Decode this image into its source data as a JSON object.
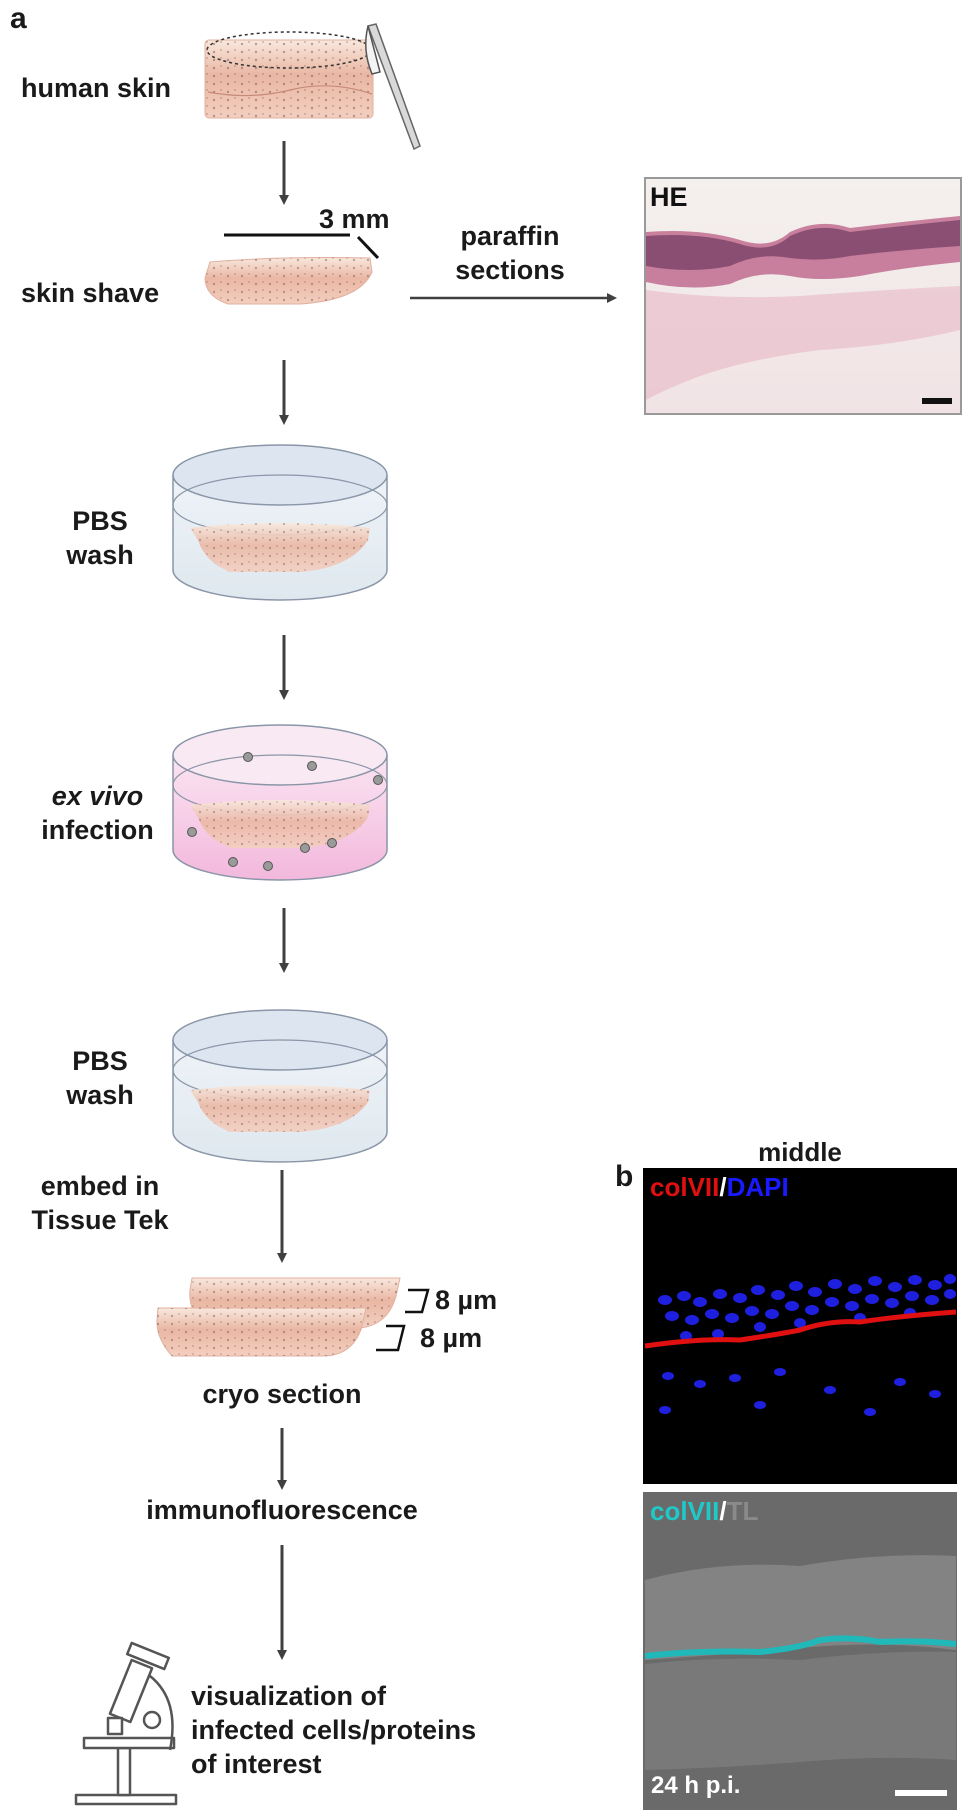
{
  "panel_a": {
    "letter": "a",
    "steps": {
      "human_skin": "human skin",
      "skin_shave": "skin shave",
      "pbs_wash_1": [
        "PBS",
        "wash"
      ],
      "ex_vivo": "ex vivo",
      "infection": "infection",
      "pbs_wash_2": [
        "PBS",
        "wash"
      ],
      "embed": [
        "embed in",
        "Tissue Tek"
      ],
      "cryo_section": "cryo section",
      "immunofluorescence": "immunofluorescence",
      "visualization": [
        "visualization of",
        "infected cells/proteins",
        "of interest"
      ]
    },
    "measure_3mm": "3 mm",
    "paraffin": [
      "paraffin",
      "sections"
    ],
    "he_label": "HE",
    "section_thickness_1": "8 µm",
    "section_thickness_2": "8 µm"
  },
  "panel_b": {
    "letter": "b",
    "title": "middle",
    "top_image": {
      "label_part1": "colVII",
      "label_sep": "/",
      "label_part2": "DAPI",
      "color_part1": "#e01010",
      "color_part2": "#1a1aff"
    },
    "bottom_image": {
      "label_part1": "colVII",
      "label_sep": "/",
      "label_part2": "TL",
      "color_part1": "#20c8c8",
      "color_part2": "#8a8a8a",
      "timepoint": "24 h p.i."
    }
  },
  "colors": {
    "skin_light": "#f6ddd0",
    "skin_dark": "#e3a08a",
    "dish_fill": "#e8eef4",
    "dish_stroke": "#8a96a8",
    "infection_fill": "#f5c8e4",
    "arrow": "#404040"
  }
}
